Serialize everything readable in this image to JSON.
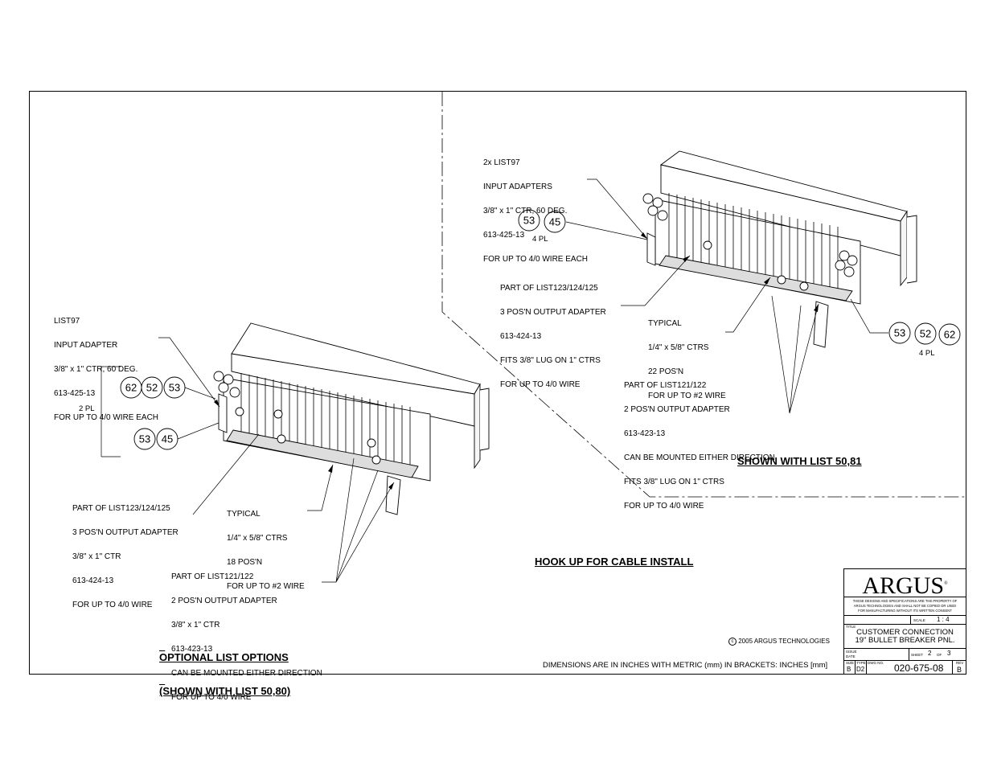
{
  "notes": {
    "right_input_adapter": [
      "2x LIST97",
      "INPUT ADAPTERS",
      "3/8\" x 1\" CTR, 60 DEG.",
      "613-425-13",
      "FOR UP TO 4/0 WIRE EACH"
    ],
    "right_output_adapter": [
      "PART OF LIST123/124/125",
      "3 POS'N OUTPUT ADAPTER",
      "613-424-13",
      "FITS 3/8\" LUG ON 1\" CTRS",
      "FOR UP TO 4/0 WIRE"
    ],
    "right_typical": [
      "TYPICAL",
      "1/4\" x 5/8\" CTRS",
      "22 POS'N",
      "FOR UP TO #2 WIRE"
    ],
    "right_2pos_adapter": [
      "PART OF LIST121/122",
      "2 POS'N OUTPUT ADAPTER",
      "613-423-13",
      "CAN BE MOUNTED EITHER DIRECTION",
      "FITS 3/8\" LUG ON 1\" CTRS",
      "FOR UP TO 4/0 WIRE"
    ],
    "left_input_adapter": [
      "LIST97",
      "INPUT ADAPTER",
      "3/8\" x 1\" CTR, 60 DEG.",
      "613-425-13",
      "FOR UP TO 4/0 WIRE EACH"
    ],
    "left_output_adapter": [
      "PART OF LIST123/124/125",
      "3 POS'N OUTPUT ADAPTER",
      "3/8\" x 1\" CTR",
      "613-424-13",
      "FOR UP TO 4/0 WIRE"
    ],
    "left_typical": [
      "TYPICAL",
      "1/4\" x 5/8\" CTRS",
      "18 POS'N",
      "FOR UP TO #2 WIRE"
    ],
    "left_2pos_adapter": [
      "PART OF LIST121/122",
      "2 POS'N OUTPUT ADAPTER",
      "3/8\" x 1\" CTR",
      "613-423-13",
      "CAN BE MOUNTED EITHER DIRECTION",
      "FOR UP TO 4/0 WIRE"
    ]
  },
  "balloons": {
    "right_top": [
      "53",
      "45"
    ],
    "right_bottom": [
      "53",
      "52",
      "62"
    ],
    "left_top": [
      "62",
      "52",
      "53"
    ],
    "left_bottom": [
      "53",
      "45"
    ]
  },
  "places": {
    "right_top": "4 PL",
    "right_bottom": "4 PL",
    "left": "2 PL"
  },
  "headings": {
    "shown_with_right": "SHOWN WITH LIST 50,81",
    "hook_up": "HOOK UP FOR CABLE INSTALL",
    "optional_line1": "OPTIONAL LIST OPTIONS",
    "optional_line2": "(SHOWN WITH LIST 50,80)"
  },
  "footer": {
    "copyright": "2005 ARGUS TECHNOLOGIES",
    "dimensions_note": "DIMENSIONS ARE IN INCHES WITH METRIC (mm) IN BRACKETS: INCHES [mm]"
  },
  "title_block": {
    "logo": "ARGUS",
    "logo_mark": "®",
    "disclaimer": "THESE DESIGNS AND SPECIFICATIONS ARE THE PROPERTY OF ARGUS TECHNOLOGIES AND SHALL NOT BE COPIED OR USED FOR MANUFACTURING WITHOUT ITS WRITTEN CONSENT",
    "scale_label": "SCALE",
    "scale": "1 : 4",
    "title_label": "TITLE",
    "title_line1": "CUSTOMER CONNECTION",
    "title_line2": "19\" BULLET BREAKER PNL.",
    "issue_label": "ISSUE",
    "date_label": "DATE",
    "sheet_label": "SHEET",
    "sheet": "2",
    "of_label": "OF",
    "sheet_total": "3",
    "size_label": "SIZE",
    "size": "B",
    "type_label": "TYPE",
    "type": "D2",
    "dwg_label": "DWG NO.",
    "dwg_no": "020-675-08",
    "rev_label": "REV",
    "rev": "B"
  }
}
